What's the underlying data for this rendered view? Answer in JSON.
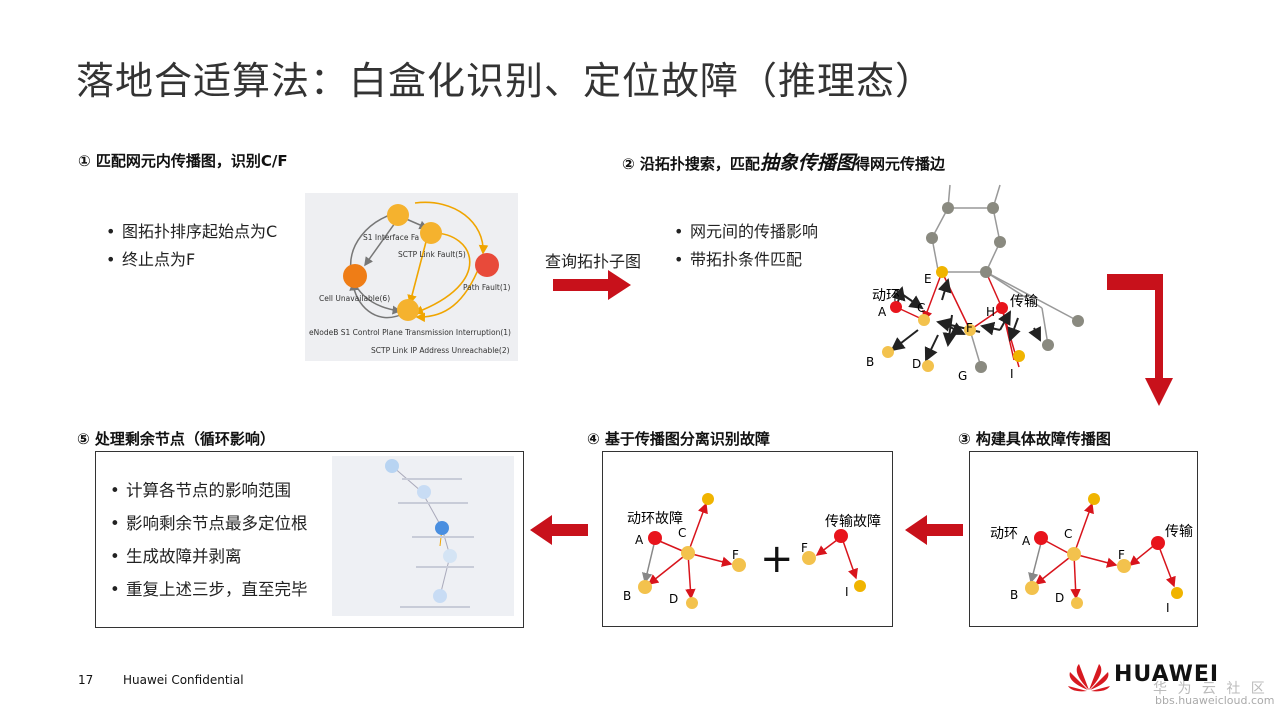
{
  "slide": {
    "title": "落地合适算法：白盒化识别、定位故障（推理态）",
    "page_number": "17",
    "confidential": "Huawei Confidential"
  },
  "step1": {
    "heading": "① 匹配网元内传播图，识别C/F",
    "bullets": [
      "图拓扑排序起始点为C",
      "终止点为F"
    ],
    "graph_labels": {
      "s1_interface": "S1 Interface Fa",
      "sctp_link_fault": "SCTP Link Fault(5)",
      "path_fault": "Path Fault(1)",
      "cell_unavailable": "Cell Unavailable(6)",
      "enodeb": "eNodeB S1 Control Plane Transmission Interruption(1)",
      "sctp_ip": "SCTP Link IP Address Unreachable(2)"
    }
  },
  "arrow_label": "查询拓扑子图",
  "step2": {
    "heading_pre": "② 沿拓扑搜索，匹配",
    "heading_em": "抽象传播图",
    "heading_post": "得网元传播边",
    "bullets": [
      "网元间的传播影响",
      "带拓扑条件匹配"
    ],
    "labels": {
      "donghuan": "动环",
      "chuanshu": "传输",
      "A": "A",
      "B": "B",
      "C": "C",
      "D": "D",
      "E": "E",
      "F": "F",
      "G": "G",
      "H": "H",
      "I": "I"
    }
  },
  "step3": {
    "heading": "③ 构建具体故障传播图",
    "labels": {
      "donghuan": "动环",
      "chuanshu": "传输",
      "A": "A",
      "B": "B",
      "C": "C",
      "D": "D",
      "F": "F",
      "I": "I"
    }
  },
  "step4": {
    "heading": "④ 基于传播图分离识别故障",
    "labels": {
      "donghuan": "动环故障",
      "chuanshu": "传输故障",
      "A": "A",
      "B": "B",
      "C": "C",
      "D": "D",
      "F": "F",
      "F2": "F",
      "I": "I",
      "plus": "+"
    }
  },
  "step5": {
    "heading": "⑤ 处理剩余节点（循环影响）",
    "bullets": [
      "计算各节点的影响范围",
      "影响剩余节点最多定位根",
      "生成故障并剥离",
      "重复上述三步，直至完毕"
    ]
  },
  "logo": {
    "brand": "HUAWEI",
    "community": "华 为 云 社 区",
    "url": "bbs.huaweicloud.com"
  },
  "colors": {
    "red": "#cc1111",
    "node_red": "#e8141c",
    "node_orange": "#f3c24d",
    "node_yellow": "#f0b400",
    "node_gray": "#8a8a80"
  }
}
